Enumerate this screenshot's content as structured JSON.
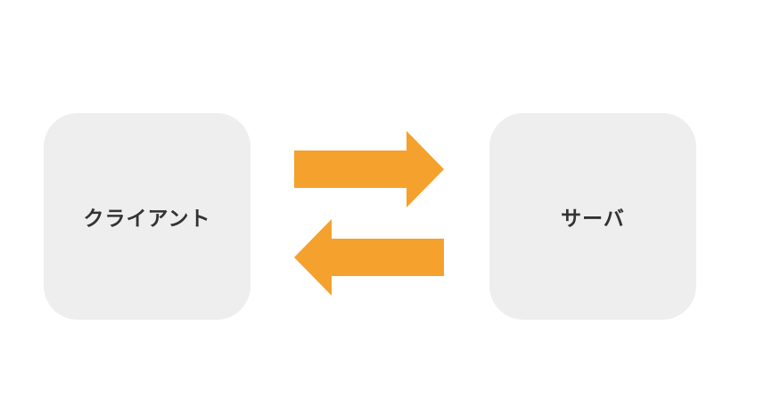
{
  "diagram": {
    "client": {
      "label": "クライアント"
    },
    "server": {
      "label": "サーバ"
    },
    "arrows": [
      {
        "direction": "right",
        "from": "client",
        "to": "server"
      },
      {
        "direction": "left",
        "from": "server",
        "to": "client"
      }
    ]
  },
  "colors": {
    "box_fill": "#eeeeee",
    "arrow_fill": "#f4a12d",
    "label_text": "#333333",
    "background": "#ffffff"
  }
}
